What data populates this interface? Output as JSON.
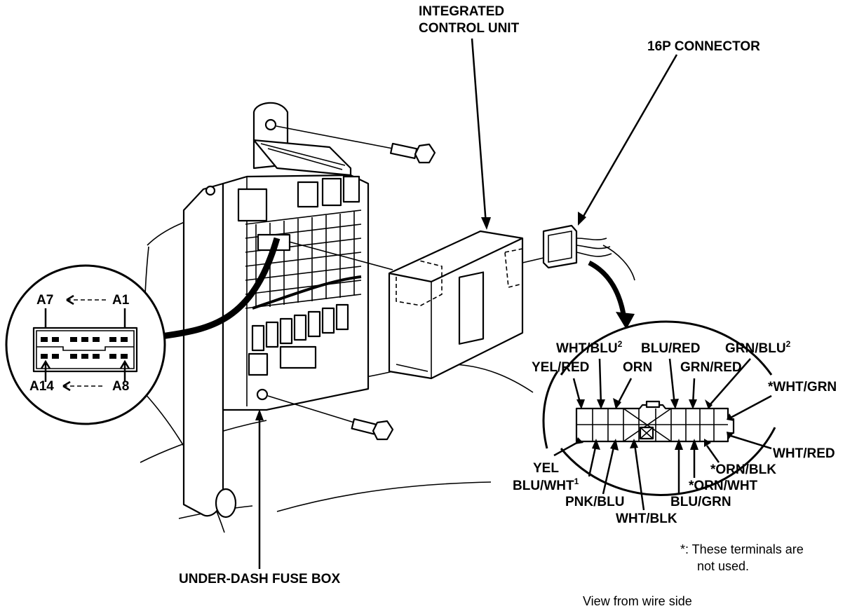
{
  "labels": {
    "integrated_control_unit_line1": "INTEGRATED",
    "integrated_control_unit_line2": "CONTROL UNIT",
    "connector_16p": "16P CONNECTOR",
    "under_dash_fuse_box": "UNDER-DASH FUSE BOX"
  },
  "fuse_box_inset": {
    "a7": "A7",
    "a1": "A1",
    "a14": "A14",
    "a8": "A8"
  },
  "connector_pins": {
    "wht_blu": "WHT/BLU",
    "wht_blu_sup": "2",
    "blu_red": "BLU/RED",
    "grn_blu": "GRN/BLU",
    "grn_blu_sup": "2",
    "yel_red": "YEL/RED",
    "orn": "ORN",
    "grn_red": "GRN/RED",
    "wht_grn": "*WHT/GRN",
    "wht_red": "WHT/RED",
    "orn_blk": "*ORN/BLK",
    "yel": "YEL",
    "blu_wht": "BLU/WHT",
    "blu_wht_sup": "1",
    "orn_wht": "*ORN/WHT",
    "pnk_blu": "PNK/BLU",
    "blu_grn": "BLU/GRN",
    "wht_blk": "WHT/BLK"
  },
  "notes": {
    "unused_line1": "*: These terminals are",
    "unused_line2": "not used.",
    "view": "View from wire side"
  }
}
